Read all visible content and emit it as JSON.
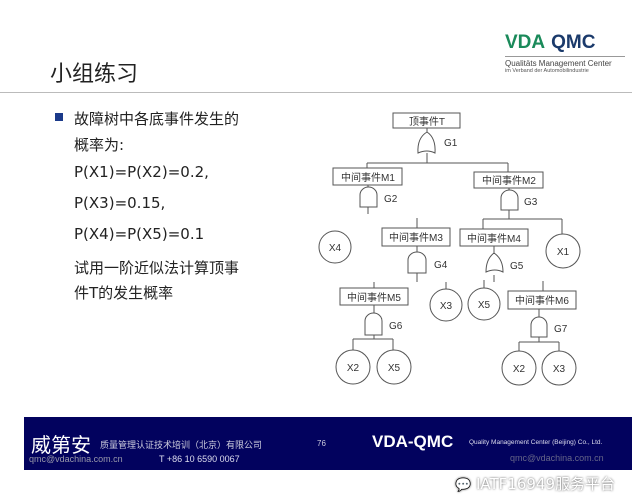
{
  "slide": {
    "title": "小组练习",
    "page": "76"
  },
  "logo": {
    "brand1": "VDA",
    "brand2": "QMC",
    "line1": "Qualitäts Management Center",
    "line2": "im Verband der Automobilindustrie"
  },
  "content": {
    "lines": [
      "故障树中各底事件发生的",
      "概率为:",
      "P(X1)=P(X2)=0.2,",
      "P(X3)=0.15,",
      "P(X4)=P(X5)=0.1",
      "试用一阶近似法计算顶事",
      "件T的发生概率"
    ]
  },
  "diagram": {
    "top": "顶事件T",
    "m1": "中间事件M1",
    "m2": "中间事件M2",
    "m3": "中间事件M3",
    "m4": "中间事件M4",
    "m5": "中间事件M5",
    "m6": "中间事件M6",
    "g1": "G1",
    "g2": "G2",
    "g3": "G3",
    "g4": "G4",
    "g5": "G5",
    "g6": "G6",
    "g7": "G7",
    "x4": "X4",
    "x1": "X1",
    "x3a": "X3",
    "x5a": "X5",
    "x2a": "X2",
    "x5b": "X5",
    "x2b": "X2",
    "x3b": "X3"
  },
  "footer": {
    "company_cn": "威第安",
    "company_desc": "质量管理认证技术培训（北京）有限公司",
    "email": "qmc@vdachina.com.cn",
    "phone": "T +86 10 6590 0067",
    "brand": "VDA-QMC",
    "brand_desc": "Quality Management Center (Beijing) Co., Ltd.",
    "email2": "qmc@vdachina.com.cn",
    "watermark": "IATF16949服务平台"
  },
  "colors": {
    "footer_bg": "#02025e",
    "bullet": "#1b3a8a",
    "vda": "#1a8a5a",
    "qmc": "#1b3a6b"
  }
}
